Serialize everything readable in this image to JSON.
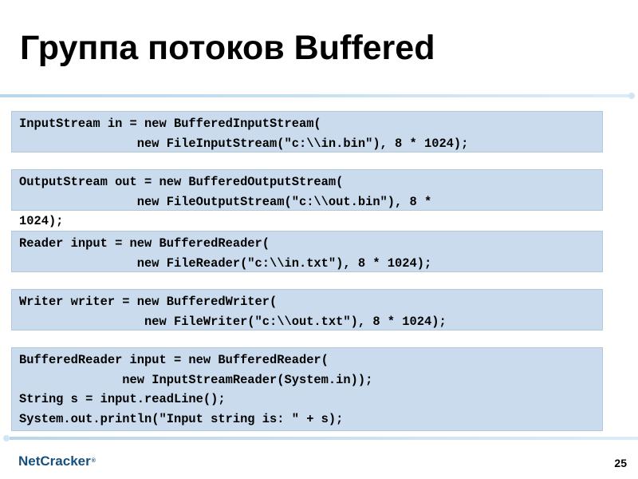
{
  "slide": {
    "title": "Группа потоков Buffered",
    "page_number": "25"
  },
  "code_blocks": [
    "InputStream in = new BufferedInputStream(\n                new FileInputStream(\"c:\\\\in.bin\"), 8 * 1024);",
    "OutputStream out = new BufferedOutputStream(\n                new FileOutputStream(\"c:\\\\out.bin\"), 8 *\n1024);",
    "Reader input = new BufferedReader(\n                new FileReader(\"c:\\\\in.txt\"), 8 * 1024);",
    "Writer writer = new BufferedWriter(\n                 new FileWriter(\"c:\\\\out.txt\"), 8 * 1024);",
    "BufferedReader input = new BufferedReader(\n              new InputStreamReader(System.in));\nString s = input.readLine();\nSystem.out.println(\"Input string is: \" + s);"
  ],
  "footer": {
    "logo_text": "NetCracker",
    "logo_mark": "®"
  },
  "colors": {
    "code_background": "#c9dbec",
    "divider": "#b9d6ea",
    "logo": "#16507f"
  }
}
